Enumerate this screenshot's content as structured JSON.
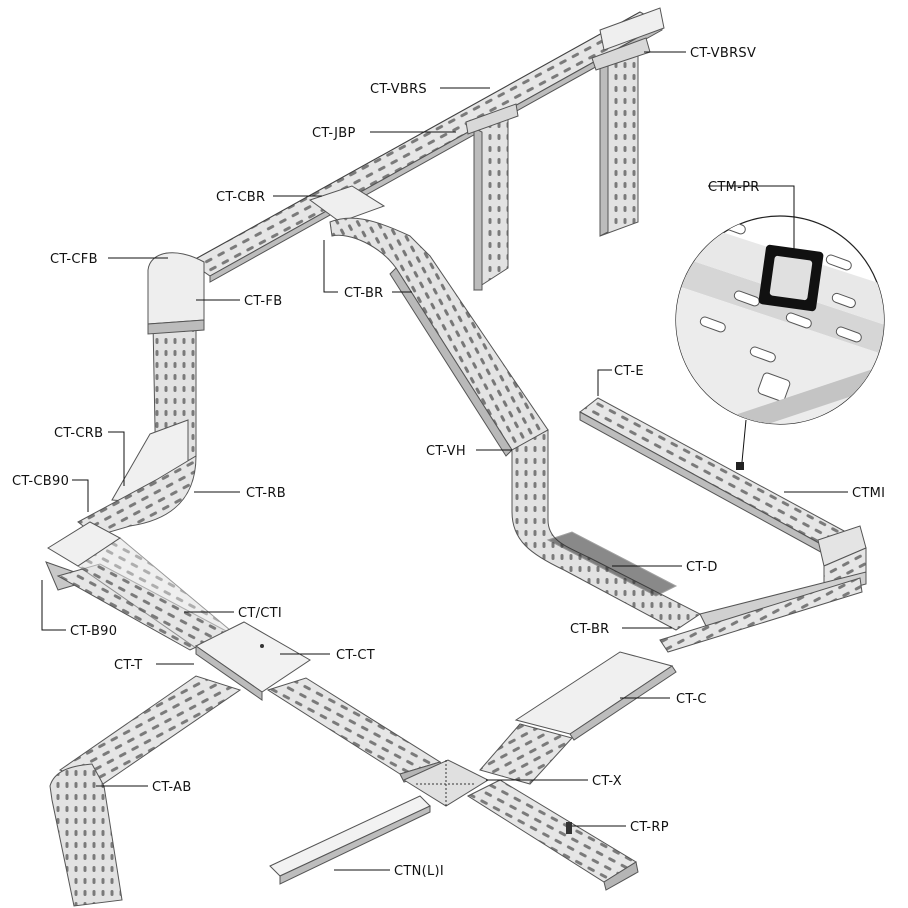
{
  "colors": {
    "tray_fill": "#e9e9e9",
    "tray_side": "#c9c9c9",
    "tray_shadow": "#9a9a9a",
    "slot": "#6e6e6e",
    "cover": "#f2f2f2",
    "separator": "#111111"
  },
  "labels": {
    "ct_vbrsv": "CT-VBRSV",
    "ct_vbrs": "CT-VBRS",
    "ct_jbp": "CT-JBP",
    "ct_cbr": "CT-CBR",
    "ct_cfb": "CT-CFB",
    "ct_fb": "CT-FB",
    "ct_br_top": "CT-BR",
    "ctm_pr": "CTM-PR",
    "ct_e": "CT-E",
    "ct_vh": "CT-VH",
    "ctmi": "CTMI",
    "ct_crb": "CT-CRB",
    "ct_cb90": "CT-CB90",
    "ct_rb": "CT-RB",
    "ct_d": "CT-D",
    "ct_b90": "CT-B90",
    "ct_cti": "CT/CTI",
    "ct_br": "CT-BR",
    "ct_t": "CT-T",
    "ct_ct": "CT-CT",
    "ct_c": "CT-C",
    "ct_ab": "CT-AB",
    "ct_x": "CT-X",
    "ct_rp": "CT-RP",
    "ctn_l_i": "CTN(L)I"
  }
}
